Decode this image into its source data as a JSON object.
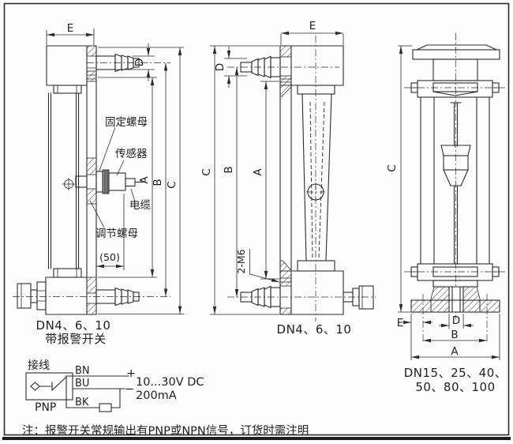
{
  "drawing": {
    "colors": {
      "line": "#2b2b2b",
      "background": "#fdfdfd"
    },
    "dims": {
      "A": "A",
      "B": "B",
      "C": "C",
      "D": "D",
      "E": "E"
    },
    "view1": {
      "dim_50": "(50)",
      "callout_fixed_nut": "固定螺母",
      "callout_sensor": "传感器",
      "callout_cable": "电缆",
      "callout_adjust_nut": "调节螺母",
      "caption_line1": "DN4、6、10",
      "caption_line2": "带报警开关"
    },
    "view2": {
      "thread_label": "2-M6",
      "caption": "DN4、6、10"
    },
    "view3": {
      "caption_line1": "DN15、25、40、",
      "caption_line2": "50、80、100"
    },
    "wiring": {
      "title": "接线",
      "sensor_type": "PNP",
      "wire_bn": "BN",
      "wire_bu": "BU",
      "wire_bk": "BK",
      "plus": "+",
      "minus": "−",
      "supply": "10...30V DC",
      "current": "200mA"
    },
    "note": "注：报警开关常规输出有PNP或NPN信号，订货时需注明"
  }
}
